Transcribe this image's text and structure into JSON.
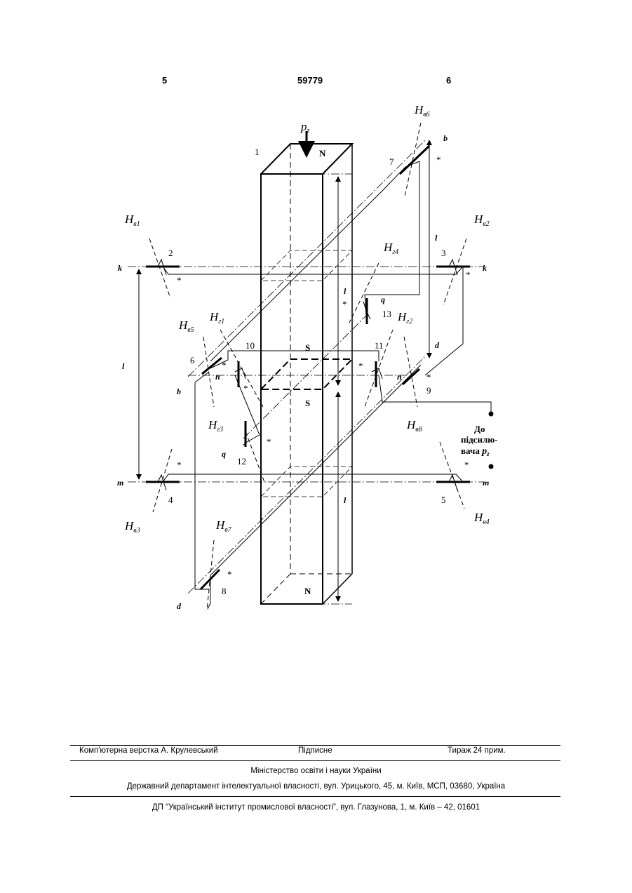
{
  "header": {
    "page_left": "5",
    "patent_number": "59779",
    "page_right": "6"
  },
  "diagram": {
    "force_symbol": "p",
    "force_subscript": "z",
    "pole_north": "N",
    "pole_south": "S",
    "numbers": [
      "1",
      "2",
      "3",
      "4",
      "5",
      "6",
      "7",
      "8",
      "9",
      "10",
      "11",
      "12",
      "13"
    ],
    "axis_k": "k",
    "axis_m": "m",
    "axis_b": "b",
    "axis_d": "d",
    "axis_n": "n",
    "axis_q": "q",
    "dim_l": "l",
    "star": "*",
    "field_symbol": "H",
    "field_subscripts": {
      "v1": "в1",
      "v2": "в2",
      "v3": "в3",
      "v4": "в4",
      "v5": "в5",
      "v6": "в6",
      "v7": "в7",
      "v8": "в8",
      "g1": "г1",
      "g2": "г2",
      "g3": "г3",
      "g4": "г4"
    },
    "amp_line1": "До",
    "amp_line2": "підсилю-",
    "amp_line3": "вача"
  },
  "footer": {
    "typesetting": "Комп'ютерна верстка А. Крулевський",
    "signed": "Підписне",
    "circulation": "Тираж 24 прим.",
    "ministry": "Міністерство освіти і науки України",
    "department": "Державний департамент інтелектуальної власності, вул. Урицького, 45, м. Київ, МСП, 03680, Україна",
    "institute": "ДП “Український інститут промислової власності”, вул. Глазунова, 1, м. Київ – 42, 01601"
  }
}
